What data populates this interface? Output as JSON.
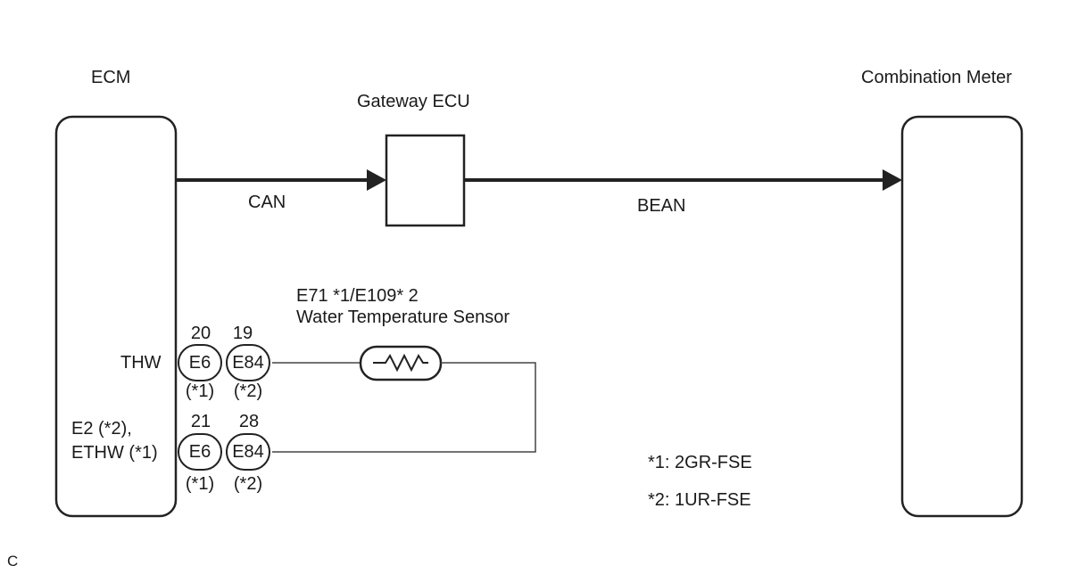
{
  "ecm": {
    "title": "ECM"
  },
  "gateway": {
    "title": "Gateway ECU"
  },
  "meter": {
    "title": "Combination Meter"
  },
  "buses": {
    "can": "CAN",
    "bean": "BEAN"
  },
  "sensor": {
    "line1": "E71 *1/E109* 2",
    "line2": "Water Temperature Sensor"
  },
  "thw": {
    "label": "THW",
    "pin_e6": "20",
    "pin_e84": "19",
    "conn_e6": "E6",
    "conn_e84": "E84",
    "note_e6": "(*1)",
    "note_e84": "(*2)"
  },
  "ethw": {
    "label_line1": "E2 (*2),",
    "label_line2": "ETHW (*1)",
    "pin_e6": "21",
    "pin_e84": "28",
    "conn_e6": "E6",
    "conn_e84": "E84",
    "note_e6": "(*1)",
    "note_e84": "(*2)"
  },
  "legend": {
    "item1": "*1: 2GR-FSE",
    "item2": "*2: 1UR-FSE"
  },
  "corner": {
    "mark": "C"
  },
  "colors": {
    "line": "#222222",
    "background": "#ffffff"
  }
}
